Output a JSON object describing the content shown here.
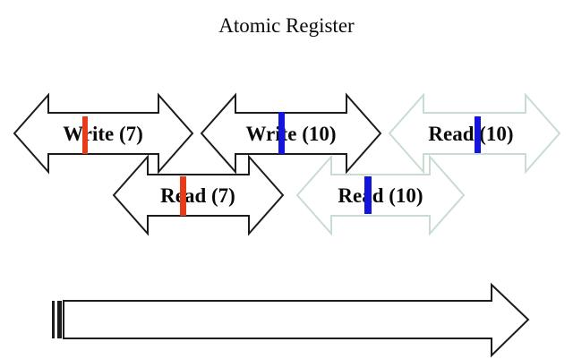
{
  "title": "Atomic Register",
  "colors": {
    "background": "#ffffff",
    "outline_black": "#1c1c1c",
    "outline_pale_green": "#c9dcd1",
    "tick_red": "#e63c1a",
    "tick_blue": "#1415dc",
    "text": "#0a0a0a"
  },
  "operations": [
    {
      "label": "Write (7)",
      "outline": "black",
      "outline_color": "#1c1c1c",
      "tick": "red",
      "tick_color": "#e63c1a"
    },
    {
      "label": "Write (10)",
      "outline": "black",
      "outline_color": "#1c1c1c",
      "tick": "blue",
      "tick_color": "#1415dc"
    },
    {
      "label": "Read (10)",
      "outline": "pale-green",
      "outline_color": "#c9dcd1",
      "tick": "blue",
      "tick_color": "#1415dc"
    },
    {
      "label": "Read (7)",
      "outline": "black",
      "outline_color": "#1c1c1c",
      "tick": "red",
      "tick_color": "#e63c1a"
    },
    {
      "label": "Read (10)",
      "outline": "pale-green",
      "outline_color": "#c9dcd1",
      "tick": "blue",
      "tick_color": "#1415dc"
    }
  ],
  "timeline": {
    "outline_color": "#1c1c1c",
    "fill_color": "#ffffff"
  }
}
